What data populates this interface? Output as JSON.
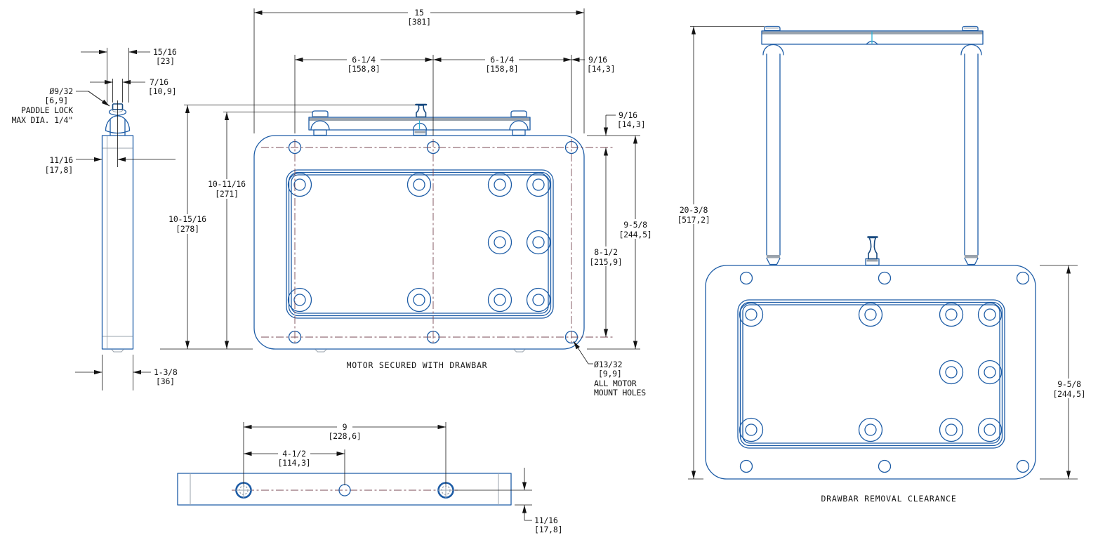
{
  "colors": {
    "part": "#1d5ca6",
    "part_dark": "#17497f",
    "dim": "#141414",
    "centerline": "#7a4a55",
    "accent_gray": "#9aa3ad",
    "accent_cyan": "#2ab5d8",
    "background": "#ffffff"
  },
  "side_view": {
    "dim_top_width": {
      "value": "15/16",
      "mm": "[23]"
    },
    "dim_neck_width": {
      "value": "7/16",
      "mm": "[10,9]"
    },
    "paddle_note": {
      "line1": "Ø9/32",
      "line2": "[6,9]",
      "line3": "PADDLE LOCK",
      "line4": "MAX DIA. 1/4\""
    },
    "dim_thickness": {
      "value": "11/16",
      "mm": "[17,8]"
    },
    "dim_bottom_width": {
      "value": "1-3/8",
      "mm": "[36]"
    }
  },
  "front_view": {
    "caption": "MOTOR SECURED WITH DRAWBAR",
    "dim_overall_width": {
      "value": "15",
      "mm": "[381]"
    },
    "dim_hole_span_left": {
      "value": "6-1/4",
      "mm": "[158,8]"
    },
    "dim_hole_span_right": {
      "value": "6-1/4",
      "mm": "[158,8]"
    },
    "dim_edge_offset_top": {
      "value": "9/16",
      "mm": "[14,3]"
    },
    "dim_height_to_knob": {
      "value": "10-15/16",
      "mm": "[278]"
    },
    "dim_height_to_bar": {
      "value": "10-11/16",
      "mm": "[271]"
    },
    "dim_edge_offset_right": {
      "value": "9/16",
      "mm": "[14,3]"
    },
    "dim_plate_height": {
      "value": "9-5/8",
      "mm": "[244,5]"
    },
    "dim_hole_span_vertical": {
      "value": "8-1/2",
      "mm": "[215,9]"
    },
    "mount_hole_note": {
      "line1": "Ø13/32",
      "line2": "[9,9]",
      "line3": "ALL MOTOR",
      "line4": "MOUNT HOLES"
    }
  },
  "top_view": {
    "dim_rod_spacing": {
      "value": "9",
      "mm": "[228,6]"
    },
    "dim_knob_offset": {
      "value": "4-1/2",
      "mm": "[114,3]"
    },
    "dim_bar_thickness": {
      "value": "11/16",
      "mm": "[17,8]"
    }
  },
  "clearance_view": {
    "caption": "DRAWBAR REMOVAL CLEARANCE",
    "dim_clearance_height": {
      "value": "20-3/8",
      "mm": "[517,2]"
    },
    "dim_plate_height": {
      "value": "9-5/8",
      "mm": "[244,5]"
    }
  }
}
